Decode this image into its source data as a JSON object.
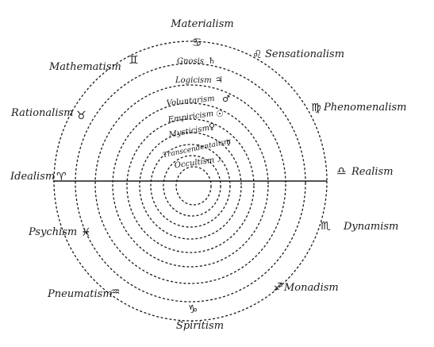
{
  "worldviews": {
    "top": {
      "label": "Materialism",
      "symbol": "♋"
    },
    "upper_left": {
      "label": "Mathematism",
      "symbol": "♊"
    },
    "upper_right": {
      "label": "Sensationalism",
      "symbol": "♌"
    },
    "left_upper": {
      "label": "Rationalism",
      "symbol": "♉"
    },
    "right_upper": {
      "label": "Phenomenalism",
      "symbol": "♍"
    },
    "left": {
      "label": "Idealism",
      "symbol": "♈"
    },
    "right": {
      "label": "Realism",
      "symbol": "♎"
    },
    "left_lower": {
      "label": "Psychism",
      "symbol": "♓"
    },
    "right_lower": {
      "label": "Dynamism",
      "symbol": "♏"
    },
    "lower_left": {
      "label": "Pneumatism",
      "symbol": "♒"
    },
    "lower_right": {
      "label": "Monadism",
      "symbol": "♐"
    },
    "bottom": {
      "label": "Spiritism",
      "symbol": "♑"
    }
  },
  "soul_moods": [
    {
      "label": "Gnosis",
      "symbol": "♄"
    },
    {
      "label": "Logicism",
      "symbol": "♃"
    },
    {
      "label": "Voluntarism",
      "symbol": "♂"
    },
    {
      "label": "Empiricism",
      "symbol": "☉"
    },
    {
      "label": "Mysticism",
      "symbol": "♀"
    },
    {
      "label": "Transcendentalism",
      "symbol": "☿"
    },
    {
      "label": "Occultism",
      "symbol": "☽"
    }
  ]
}
